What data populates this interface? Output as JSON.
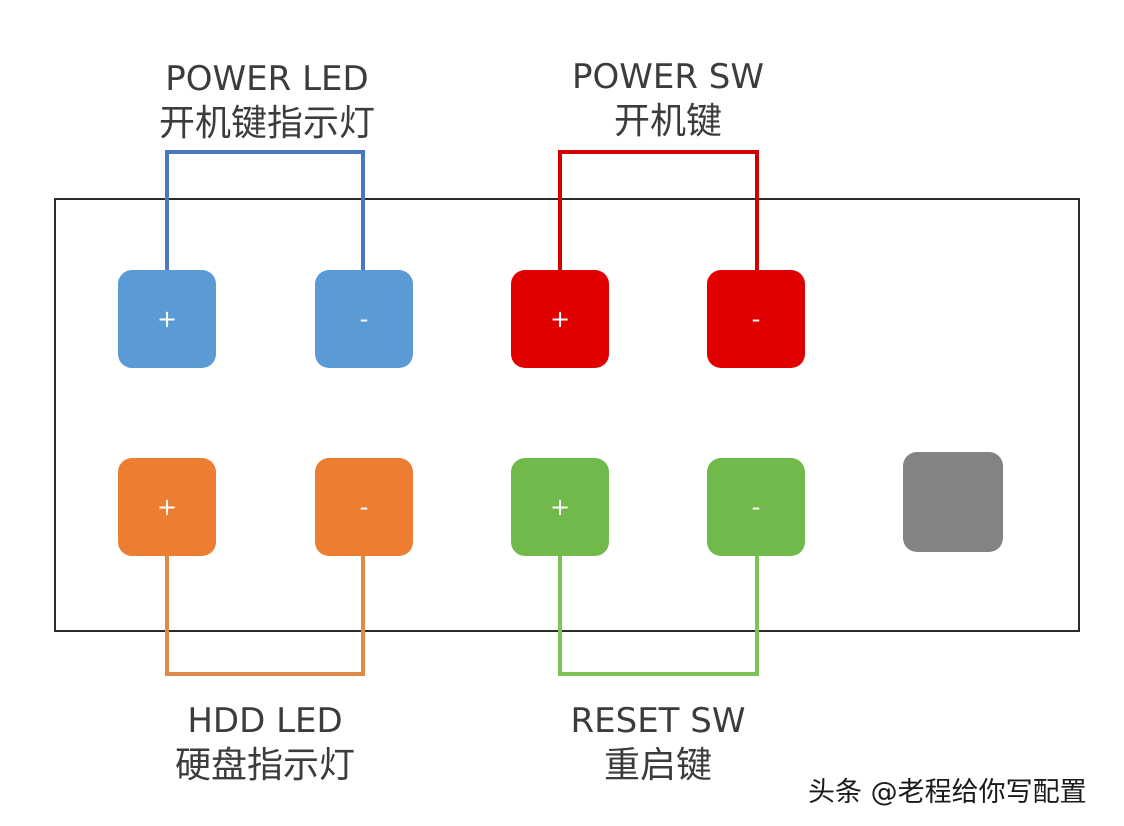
{
  "groups": {
    "power_led": {
      "label_en": "POWER LED",
      "label_zh": "开机键指示灯",
      "color": "#5b9bd5",
      "plus": "+",
      "minus": "-"
    },
    "power_sw": {
      "label_en": "POWER SW",
      "label_zh": "开机键",
      "color": "#e00000",
      "plus": "+",
      "minus": "-"
    },
    "hdd_led": {
      "label_en": "HDD LED",
      "label_zh": "硬盘指示灯",
      "color": "#ed7d31",
      "plus": "+",
      "minus": "-"
    },
    "reset_sw": {
      "label_en": "RESET SW",
      "label_zh": "重启键",
      "color": "#70b94a",
      "plus": "+",
      "minus": "-"
    }
  },
  "unused_pin_color": "#858283",
  "panel_border_color": "#2b2b2b",
  "watermark": "头条 @老程给你写配置"
}
